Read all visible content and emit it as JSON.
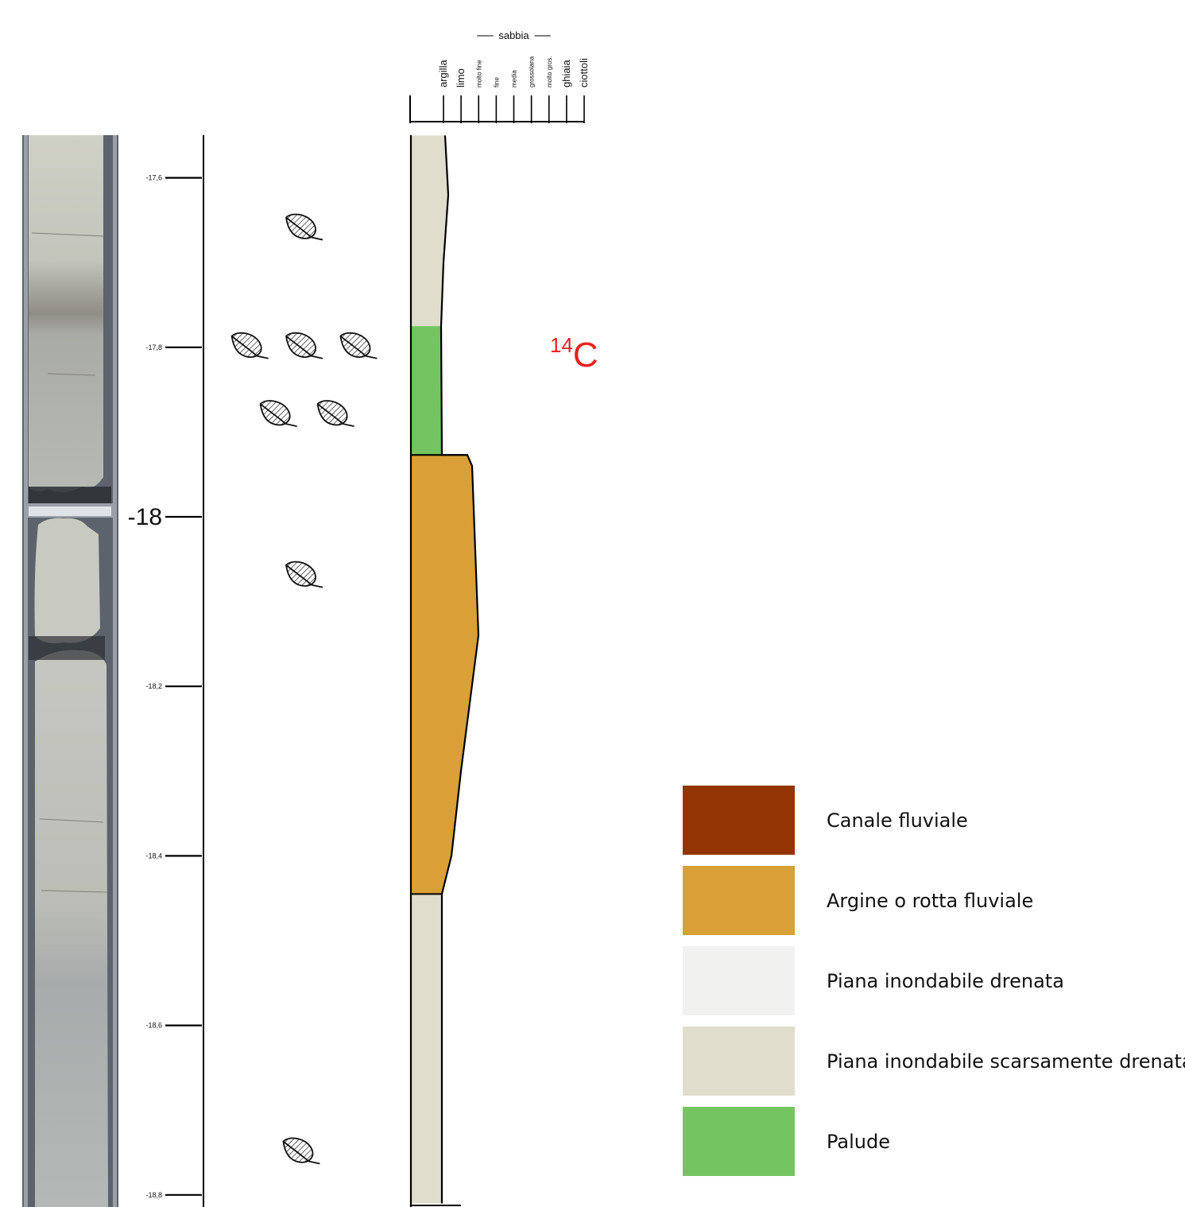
{
  "grain_scale": {
    "group_label": "sabbia",
    "columns": [
      {
        "label": "argilla",
        "size": "large"
      },
      {
        "label": "limo",
        "size": "large"
      },
      {
        "label": "molto fine",
        "size": "small"
      },
      {
        "label": "fine",
        "size": "small"
      },
      {
        "label": "media",
        "size": "small"
      },
      {
        "label": "grossolana",
        "size": "small"
      },
      {
        "label": "molto gros.",
        "size": "small"
      },
      {
        "label": "ghiaia",
        "size": "large"
      },
      {
        "label": "ciottoli",
        "size": "large"
      }
    ]
  },
  "depth_scale": {
    "ticks": [
      {
        "depth": -17.6,
        "label": "-17,6",
        "major": false
      },
      {
        "depth": -17.8,
        "label": "-17,8",
        "major": false
      },
      {
        "depth": -18.0,
        "label": "-18",
        "major": true
      },
      {
        "depth": -18.2,
        "label": "-18,2",
        "major": false
      },
      {
        "depth": -18.4,
        "label": "-18,4",
        "major": false
      },
      {
        "depth": -18.6,
        "label": "-18,6",
        "major": false
      },
      {
        "depth": -18.8,
        "label": "-18,8",
        "major": false
      }
    ]
  },
  "plant_remains": {
    "icon": "leaf-icon",
    "occurrences": [
      {
        "depth": -17.66,
        "lateral": 0.5
      },
      {
        "depth": -17.8,
        "lateral": 0.12
      },
      {
        "depth": -17.8,
        "lateral": 0.5
      },
      {
        "depth": -17.8,
        "lateral": 0.88
      },
      {
        "depth": -17.88,
        "lateral": 0.32
      },
      {
        "depth": -17.88,
        "lateral": 0.72
      },
      {
        "depth": -18.07,
        "lateral": 0.5
      },
      {
        "depth": -18.75,
        "lateral": 0.48
      }
    ]
  },
  "radiocarbon": {
    "mass_number": "14",
    "element": "C",
    "depth": -17.8,
    "color": "#e8211c"
  },
  "facies_units": [
    {
      "facies": "Piana inondabile scarsamente drenata",
      "top": -17.55,
      "bottom": -17.775
    },
    {
      "facies": "Palude",
      "top": -17.775,
      "bottom": -17.927
    },
    {
      "facies": "Argine o rotta fluviale",
      "top": -17.927,
      "bottom": -18.445
    },
    {
      "facies": "Piana inondabile scarsamente drenata",
      "top": -18.445,
      "bottom": -18.81
    }
  ],
  "legend": [
    {
      "label": "Canale fluviale",
      "color": "#933504"
    },
    {
      "label": "Argine o rotta fluviale",
      "color": "#d9a037"
    },
    {
      "label": "Piana inondabile drenata",
      "color": "#f1f2f0"
    },
    {
      "label": "Piana inondabile scarsamente drenata",
      "color": "#e1ddcd"
    },
    {
      "label": "Palude",
      "color": "#73c561"
    }
  ],
  "core_photo": {
    "colors": {
      "tray": "#5d636d",
      "tray_rim": "#9aa0a8",
      "sediment_light": "#c8c9c0",
      "sediment_mid": "#b7bab4",
      "sediment_dark": "#8d8b84",
      "sediment_grey": "#aeb2b2",
      "gap": "#2b2e33"
    }
  }
}
